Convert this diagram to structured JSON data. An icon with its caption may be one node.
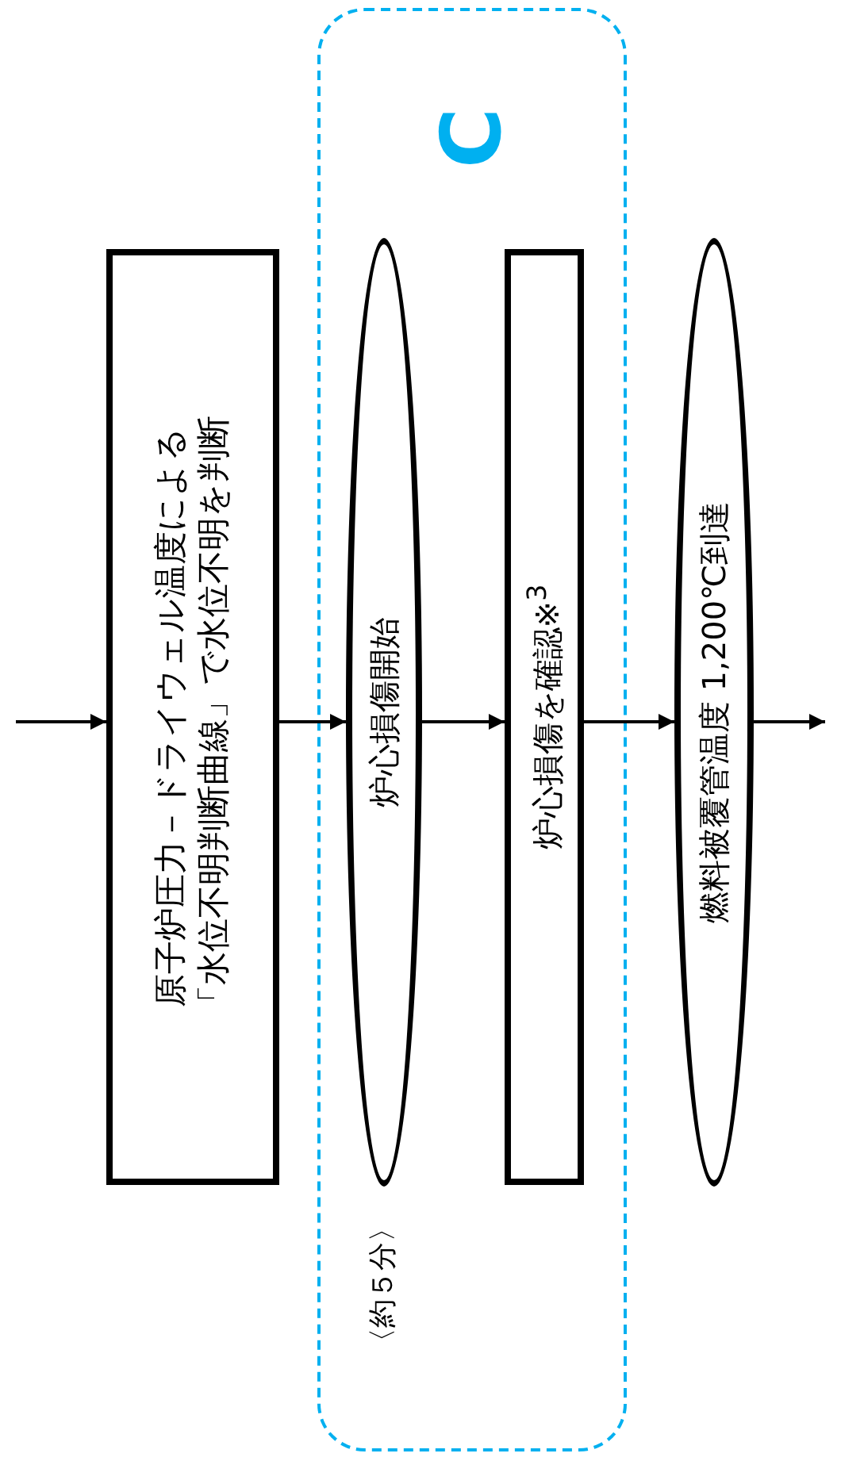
{
  "diagram": {
    "nodes": [
      {
        "text": [
          "C"
        ]
      },
      {
        "text": [
          "原子炉圧力－ドライウェル温度による「水位不明判断曲線」で水位不明を判断"
        ]
      },
      {
        "text": [
          "炉心損傷開始"
        ],
        "in": 0,
        "beside": [
          "〈約５分〉"
        ]
      },
      {
        "text": [
          "炉心損傷を確認※$^{3}$"
        ],
        "in": 0
      },
      {
        "text": [
          "燃料被覆管温度 1,200℃到達"
        ]
      }
    ],
    "edges": [
      {
        "from": null,
        "to": 1,
        "arrow": "to"
      },
      {
        "from": 1,
        "to": 2,
        "arrow": "to"
      },
      {
        "from": 2,
        "to": 3,
        "arrow": "to"
      },
      {
        "from": 3,
        "to": 4,
        "arrow": "to"
      },
      {
        "from": 4,
        "to": null,
        "arrow": "to"
      }
    ]
  }
}
